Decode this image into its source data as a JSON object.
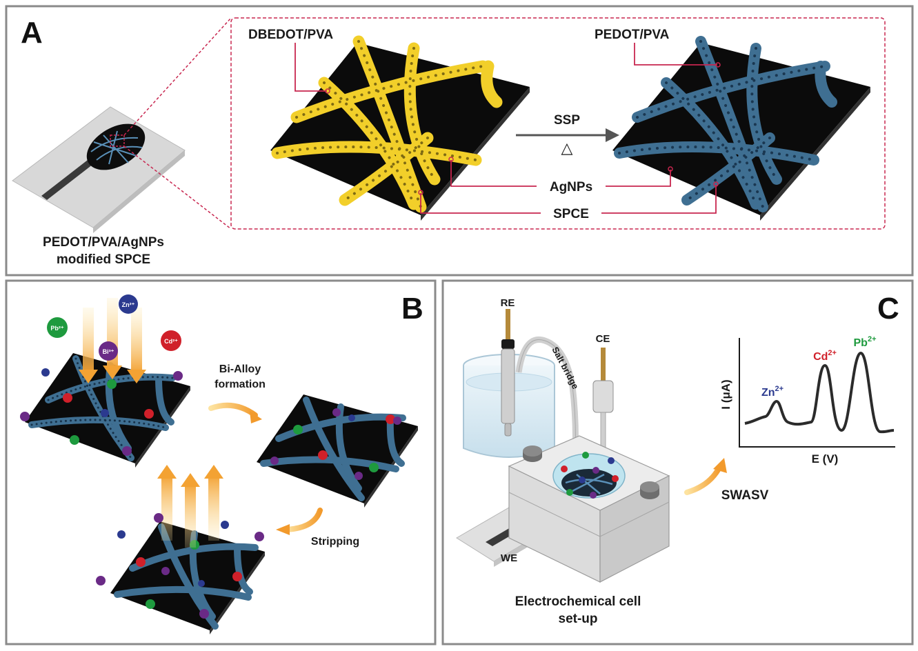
{
  "panel_a": {
    "letter": "A",
    "electrode_caption_line1": "PEDOT/PVA/AgNPs",
    "electrode_caption_line2": "modified SPCE",
    "left_fiber_label": "DBEDOT/PVA",
    "right_fiber_label": "PEDOT/PVA",
    "arrow_label": "SSP",
    "arrow_sublabel": "△",
    "agnps_label": "AgNPs",
    "spce_label": "SPCE"
  },
  "panel_b": {
    "letter": "B",
    "ions": {
      "zn": "Zn²⁺",
      "pb": "Pb²⁺",
      "bi": "Bi³⁺",
      "cd": "Cd²⁺"
    },
    "step1_line1": "Bi-Alloy",
    "step1_line2": "formation",
    "step2": "Stripping"
  },
  "panel_c": {
    "letter": "C",
    "re": "RE",
    "ce": "CE",
    "we": "WE",
    "salt_bridge": "Salt bridge",
    "caption_line1": "Electrochemical cell",
    "caption_line2": "set-up",
    "method": "SWASV",
    "plot": {
      "ylabel": "I (μA)",
      "xlabel": "E (V)",
      "peaks": [
        {
          "ion": "Zn",
          "charge": "2+",
          "color": "#2b3a8f"
        },
        {
          "ion": "Cd",
          "charge": "2+",
          "color": "#d0202a"
        },
        {
          "ion": "Pb",
          "charge": "2+",
          "color": "#1e9a3e"
        }
      ]
    }
  },
  "colors": {
    "frame": "#8a8a8a",
    "dashed": "#c8264f",
    "yellow_fiber": "#f2cf2a",
    "blue_fiber": "#3f6f92",
    "substrate": "#0b0b0b",
    "zn": "#2b3a8f",
    "pb": "#1e9a3e",
    "cd": "#d0202a",
    "bi": "#6a2a86"
  }
}
